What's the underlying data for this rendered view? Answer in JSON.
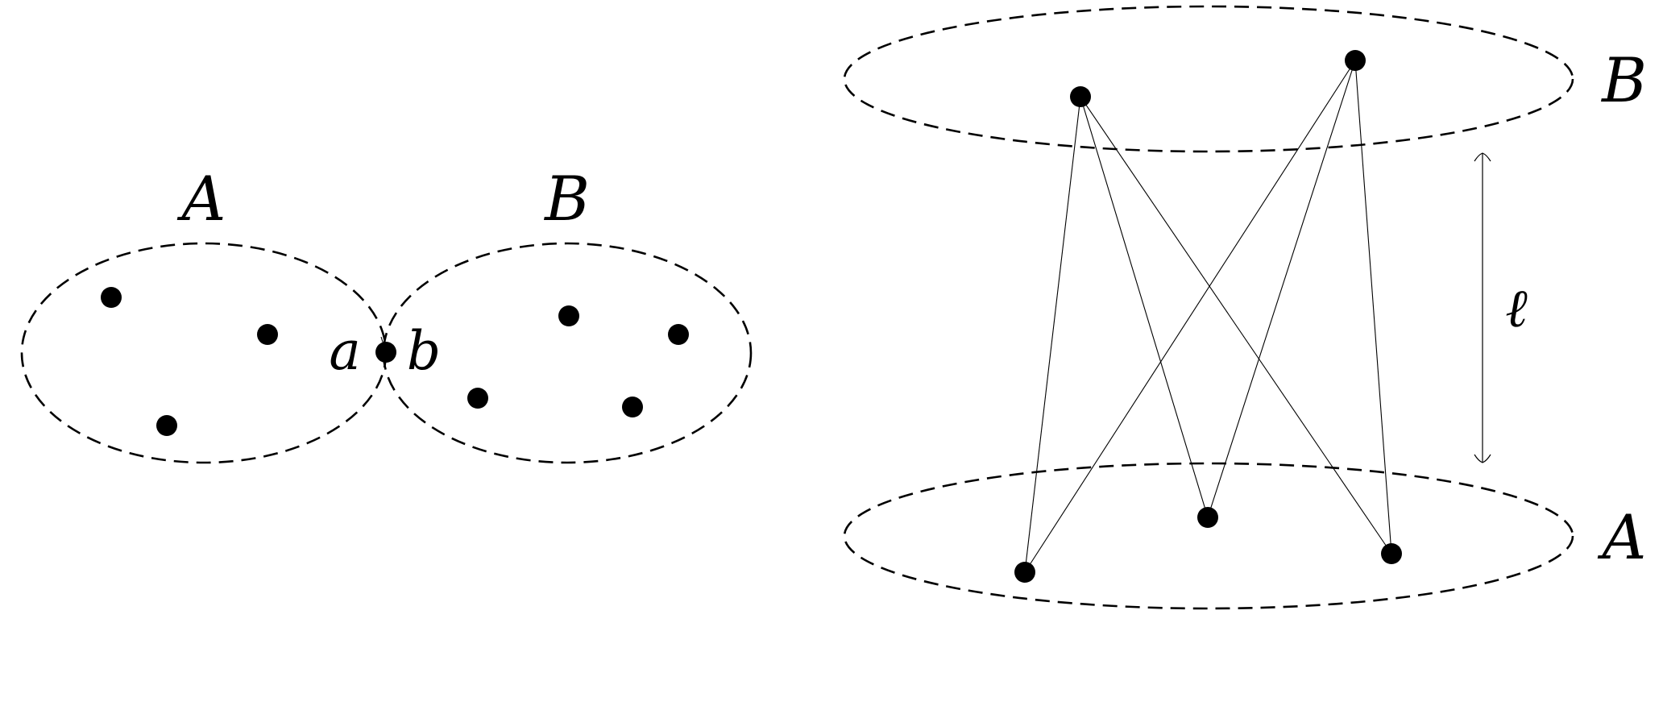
{
  "left_panel": {
    "set_a_label": "A",
    "set_b_label": "B",
    "point_a_label": "a",
    "point_b_label": "b"
  },
  "right_panel": {
    "top_set_label": "B",
    "bottom_set_label": "A",
    "distance_label": "ℓ"
  }
}
